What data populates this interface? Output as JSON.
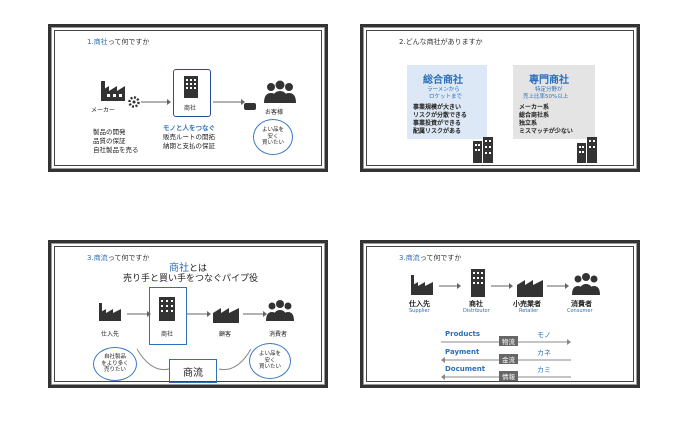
{
  "slide1": {
    "title_num": "1.",
    "title_hl": "商社",
    "title_rest": "って何ですか",
    "maker_label": "メーカー",
    "maker_lines": [
      "製品の開発",
      "品質の保証",
      "自社製品を売る"
    ],
    "shosha_label": "商社",
    "shosha_tagline": "モノと人をつなぐ",
    "shosha_lines": [
      "販売ルートの開拓",
      "納期と支払の保証"
    ],
    "customer_label": "お客様",
    "bubble_lines": [
      "よい品を",
      "安く",
      "買いたい"
    ]
  },
  "slide2": {
    "title": "2.どんな商社がありますか",
    "left": {
      "heading": "総合商社",
      "sub": [
        "ラーメンから",
        "ロケットまで"
      ],
      "items": [
        "事業規模が大きい",
        "リスクが分散できる",
        "事業投資ができる",
        "配属リスクがある"
      ]
    },
    "right": {
      "heading": "専門商社",
      "sub": [
        "特定分野が",
        "売上比率50%以上"
      ],
      "items": [
        "メーカー系",
        "総合商社系",
        "独立系",
        "ミスマッチが少ない"
      ]
    }
  },
  "slide3": {
    "title_num": "3.",
    "title_hl": "商流",
    "title_rest": "って何ですか",
    "head_hl": "商社",
    "head_rest": "とは",
    "head_line2": "売り手と買い手をつなぐパイプ役",
    "supplier_label": "仕入先",
    "shosha_label": "商社",
    "client_label": "顧客",
    "consumer_label": "消費者",
    "bubble_left": [
      "自社製品",
      "をより多く",
      "売りたい"
    ],
    "bubble_right": [
      "よい品を",
      "安く",
      "買いたい"
    ],
    "shoryu_box": "商流"
  },
  "slide4": {
    "title_num": "3.",
    "title_hl": "商流",
    "title_rest": "って何ですか",
    "nodes": [
      {
        "jp": "仕入先",
        "en": "Supplier"
      },
      {
        "jp": "商社",
        "en": "Distributor"
      },
      {
        "jp": "小売業者",
        "en": "Retailer"
      },
      {
        "jp": "消費者",
        "en": "Consumer"
      }
    ],
    "flows": [
      {
        "en": "Products",
        "mid": "物流",
        "jp": "モノ"
      },
      {
        "en": "Payment",
        "mid": "金流",
        "jp": "カネ"
      },
      {
        "en": "Document",
        "mid": "情報",
        "jp": "カミ"
      }
    ]
  }
}
